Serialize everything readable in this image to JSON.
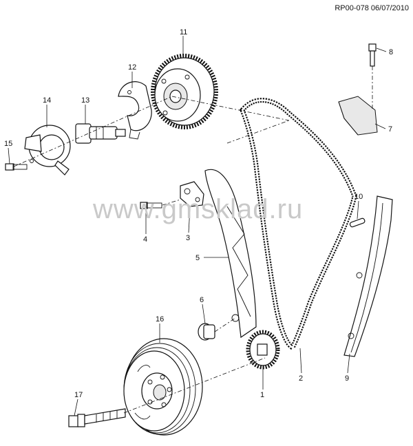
{
  "doc_ref": "RP00-078 06/07/2010",
  "watermark": "www.gmsklad.ru",
  "callouts": [
    {
      "id": "1",
      "label": "1"
    },
    {
      "id": "2",
      "label": "2"
    },
    {
      "id": "3",
      "label": "3"
    },
    {
      "id": "4",
      "label": "4"
    },
    {
      "id": "5",
      "label": "5"
    },
    {
      "id": "6",
      "label": "6"
    },
    {
      "id": "7",
      "label": "7"
    },
    {
      "id": "8",
      "label": "8"
    },
    {
      "id": "9",
      "label": "9"
    },
    {
      "id": "10",
      "label": "10"
    },
    {
      "id": "11",
      "label": "11"
    },
    {
      "id": "12",
      "label": "12"
    },
    {
      "id": "13",
      "label": "13"
    },
    {
      "id": "14",
      "label": "14"
    },
    {
      "id": "15",
      "label": "15"
    },
    {
      "id": "16",
      "label": "16"
    },
    {
      "id": "17",
      "label": "17"
    }
  ]
}
